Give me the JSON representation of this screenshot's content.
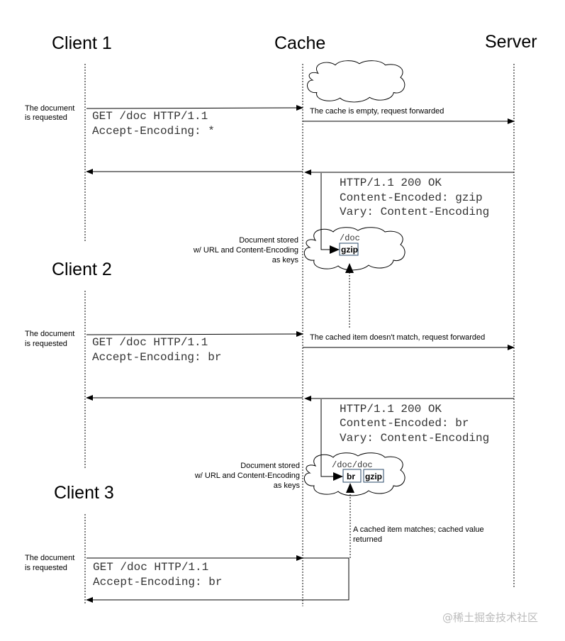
{
  "actors": {
    "client1": "Client 1",
    "client2": "Client 2",
    "client3": "Client 3",
    "cache": "Cache",
    "server": "Server"
  },
  "requested_label": [
    "The document",
    "is requested"
  ],
  "round1": {
    "request": [
      "GET /doc HTTP/1.1",
      "Accept-Encoding: *"
    ],
    "forward_label": "The cache is empty, request forwarded",
    "response": [
      "HTTP/1.1 200 OK",
      "Content-Encoded: gzip",
      "Vary: Content-Encoding"
    ],
    "stored_label": [
      "Document stored",
      "w/ URL and Content-Encoding",
      "as keys"
    ],
    "cache_url": "/doc",
    "cache_keys": [
      "gzip"
    ]
  },
  "round2": {
    "request": [
      "GET /doc HTTP/1.1",
      "Accept-Encoding: br"
    ],
    "forward_label": "The cached item doesn't match, request forwarded",
    "response": [
      "HTTP/1.1 200 OK",
      "Content-Encoded: br",
      "Vary: Content-Encoding"
    ],
    "stored_label": [
      "Document stored",
      "w/ URL and Content-Encoding",
      "as keys"
    ],
    "cache_url": "/doc/doc",
    "cache_keys": [
      "br",
      "gzip"
    ]
  },
  "round3": {
    "request": [
      "GET /doc HTTP/1.1",
      "Accept-Encoding: br"
    ],
    "match_label": [
      "A cached item matches; cached value",
      "returned"
    ]
  },
  "watermark": "@稀土掘金技术社区"
}
